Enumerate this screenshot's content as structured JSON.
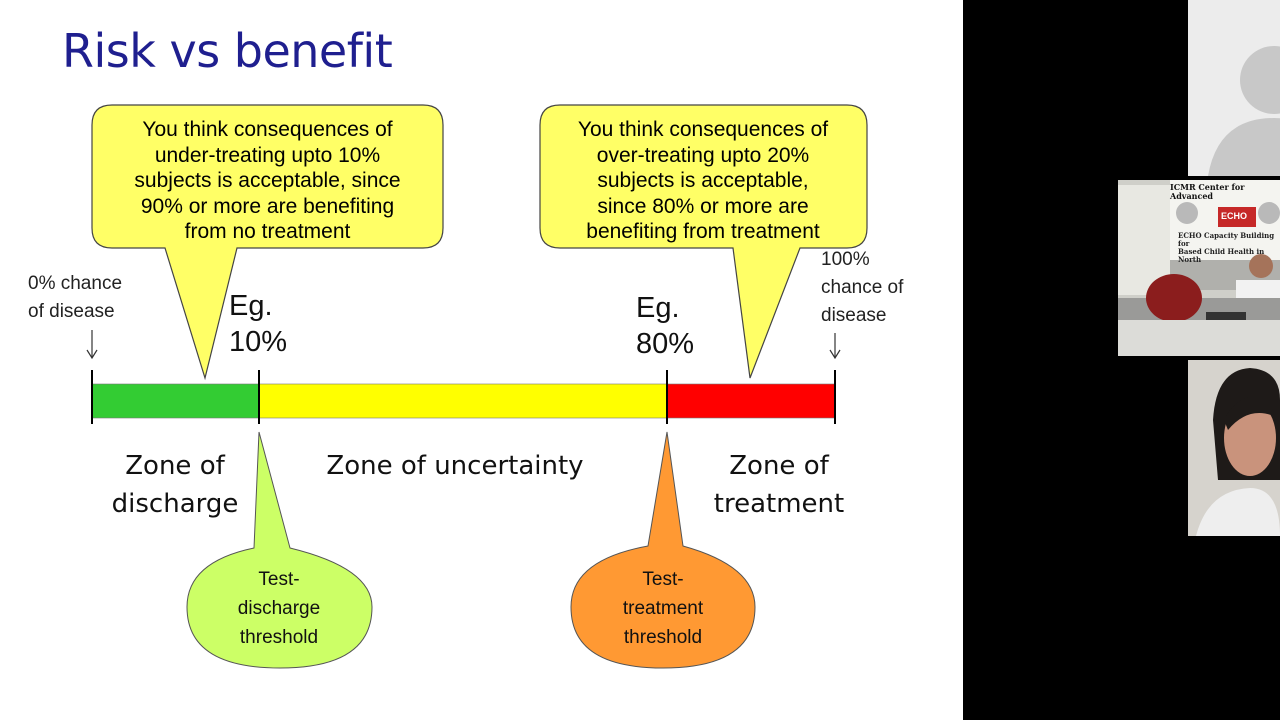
{
  "slide": {
    "title": "Risk vs benefit",
    "callout_left": [
      "You think consequences of",
      "under-treating upto 10%",
      "subjects is acceptable, since",
      "90% or more are benefiting",
      "from no treatment"
    ],
    "callout_right": [
      "You think consequences of",
      "over-treating upto 20%",
      "subjects is acceptable,",
      "since 80% or more are",
      "benefiting from treatment"
    ],
    "start_label": [
      "0% chance",
      "of disease"
    ],
    "end_label": [
      "100%",
      "chance of",
      "disease"
    ],
    "eg_left": [
      "Eg.",
      "10%"
    ],
    "eg_right": [
      "Eg.",
      "80%"
    ],
    "zones": {
      "discharge": [
        "Zone of",
        "discharge"
      ],
      "uncertainty": "Zone of uncertainty",
      "treatment": [
        "Zone of",
        "treatment"
      ]
    },
    "thresholds": {
      "discharge": [
        "Test-",
        "discharge",
        "threshold"
      ],
      "treatment": [
        "Test-",
        "treatment",
        "threshold"
      ]
    },
    "bar": {
      "segments": [
        {
          "name": "discharge",
          "from": 0,
          "to": 10,
          "color": "#33cc33"
        },
        {
          "name": "uncertainty",
          "from": 10,
          "to": 80,
          "color": "#ffff00"
        },
        {
          "name": "treatment",
          "from": 80,
          "to": 100,
          "color": "#ff0000"
        }
      ]
    },
    "colors": {
      "title": "#1f1f8f",
      "callout_fill": "#ffff66",
      "discharge_balloon": "#ccff66",
      "treatment_balloon": "#ff9933"
    }
  },
  "video_sidebar": {
    "participants": [
      {
        "name": "participant-placeholder",
        "kind": "avatar"
      },
      {
        "name": "participant-room-camera",
        "kind": "video",
        "banner": [
          "ICMR Center for Advanced",
          "ECHO Capacity Building for",
          "Based Child Health in North"
        ],
        "logo": "ECHO"
      },
      {
        "name": "participant-presenter-camera",
        "kind": "video"
      }
    ]
  }
}
